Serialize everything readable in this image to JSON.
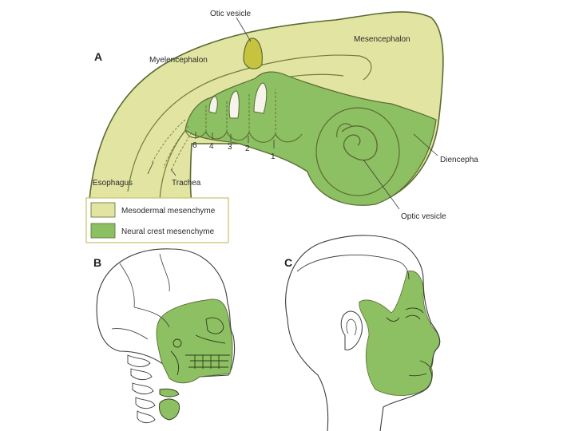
{
  "colors": {
    "mesodermal": "#e2e5a2",
    "neural_crest": "#8dc062",
    "otic": "#c6c43e",
    "outline": "#5b6b33",
    "sketch": "#3c3c3c",
    "legend_border": "#c9c16a"
  },
  "panels": {
    "a": "A",
    "b": "B",
    "c": "C"
  },
  "labels": {
    "otic_vesicle": "Otic vesicle",
    "mesencephalon": "Mesencephalon",
    "myelencephalon": "Myelencephalon",
    "diencephalon": "Diencepha",
    "esophagus": "Esophagus",
    "trachea": "Trachea",
    "optic_vesicle": "Optic vesicle"
  },
  "arch_numbers": [
    "6",
    "4",
    "3",
    "2",
    "1"
  ],
  "legend": {
    "mesodermal": "Mesodermal mesenchyme",
    "neural_crest": "Neural crest mesenchyme"
  }
}
